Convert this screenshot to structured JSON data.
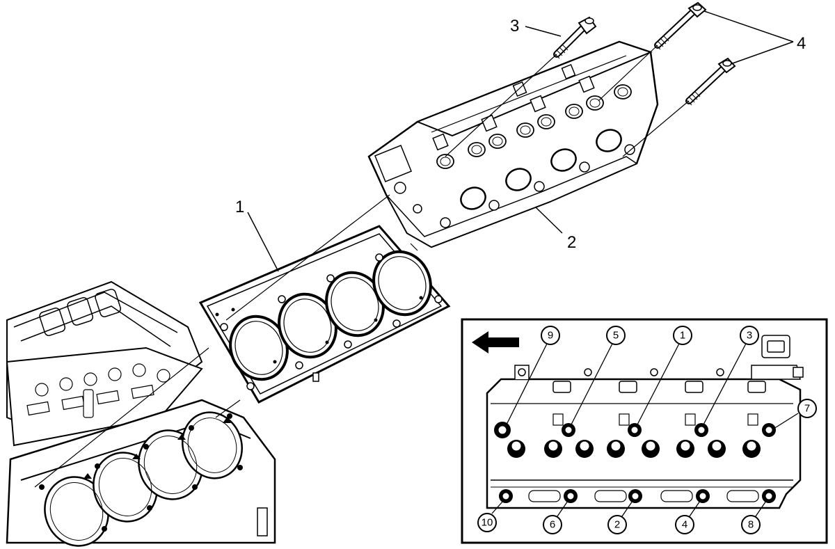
{
  "callouts": {
    "c1": "1",
    "c2": "2",
    "c3": "3",
    "c4": "4"
  },
  "inset": {
    "direction_arrow_icon": "left-arrow-icon",
    "sequence": {
      "s1": "1",
      "s2": "2",
      "s3": "3",
      "s4": "4",
      "s5": "5",
      "s6": "6",
      "s7": "7",
      "s8": "8",
      "s9": "9",
      "s10": "10"
    }
  }
}
